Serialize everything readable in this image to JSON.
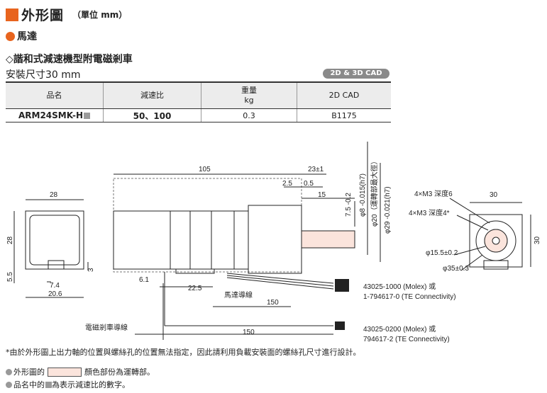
{
  "heading": {
    "title": "外形圖",
    "unit": "（單位 mm）"
  },
  "section": "馬達",
  "subtitle": "◇諧和式減速機型附電磁剎車",
  "mount": "安裝尺寸30 mm",
  "cad_badge": "2D & 3D CAD",
  "table": {
    "headers": [
      "品名",
      "減速比",
      "重量\nkg",
      "2D CAD"
    ],
    "row": {
      "model": "ARM24SMK-H",
      "ratio": "50、100",
      "weight": "0.3",
      "cad": "B1175"
    }
  },
  "dims": {
    "d105": "105",
    "d23": "23±1",
    "d25": "2.5",
    "d05": "0.5",
    "d15": "15",
    "d75": "7.5 -0.2",
    "phi8": "φ8 -0.015(h7)",
    "phi20": "φ20（運轉部最大徑）",
    "phi29": "φ29 -0.021(h7)",
    "d28top": "28",
    "d28side": "28",
    "d55": "5.5",
    "d3": "3",
    "d74": "7.4",
    "d206": "20.6",
    "d61": "6.1",
    "d225": "22.5",
    "d150a": "150",
    "d150b": "150",
    "d30top": "30",
    "d30side": "30",
    "m3_6": "4×M3 深度6",
    "m3_4": "4×M3 深度4*",
    "phi155": "φ15.5±0.2",
    "phi35": "φ35±0.3",
    "motor_lead": "馬達導線",
    "brake_lead": "電磁剎車導線",
    "conn1a": "43025-1000 (Molex) 或",
    "conn1b": "1-794617-0 (TE Connectivity)",
    "conn2a": "43025-0200 (Molex) 或",
    "conn2b": "794617-2 (TE Connectivity)"
  },
  "note": "*由於外形圖上出力軸的位置與螺絲孔的位置無法指定，因此請利用負載安裝面的螺絲孔尺寸進行設計。",
  "legend1a": "外形圖的",
  "legend1b": "顏色部份為運轉部。",
  "legend2a": "品名中的",
  "legend2b": "為表示減速比的數字。"
}
